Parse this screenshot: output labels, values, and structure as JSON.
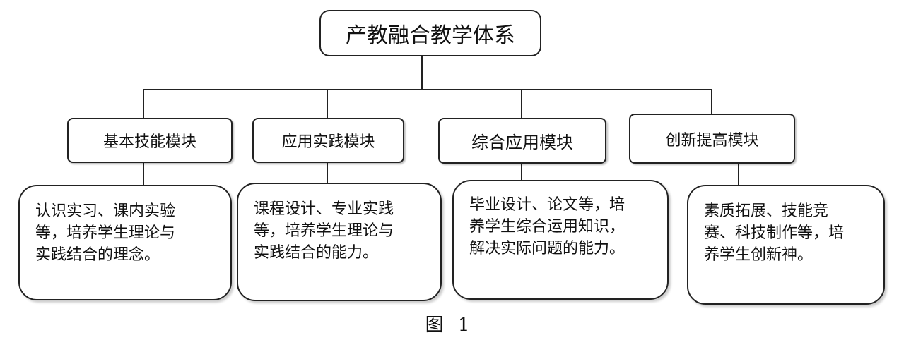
{
  "diagram": {
    "root": "产教融合教学体系",
    "modules": [
      {
        "title": "基本技能模块",
        "description_lines": [
          "认识实习、课内实验",
          "等，培养学生理论与",
          "实践结合的理念。"
        ]
      },
      {
        "title": "应用实践模块",
        "description_lines": [
          "课程设计、专业实践",
          "等，培养学生理论与",
          "实践结合的能力。"
        ]
      },
      {
        "title": "综合应用模块",
        "description_lines": [
          "毕业设计、论文等，培",
          "养学生综合运用知识，",
          "解决实际问题的能力。"
        ]
      },
      {
        "title": "创新提高模块",
        "description_lines": [
          "素质拓展、技能竞",
          "赛、科技制作等，培",
          "养学生创新神。"
        ]
      }
    ],
    "caption": "图 1"
  }
}
